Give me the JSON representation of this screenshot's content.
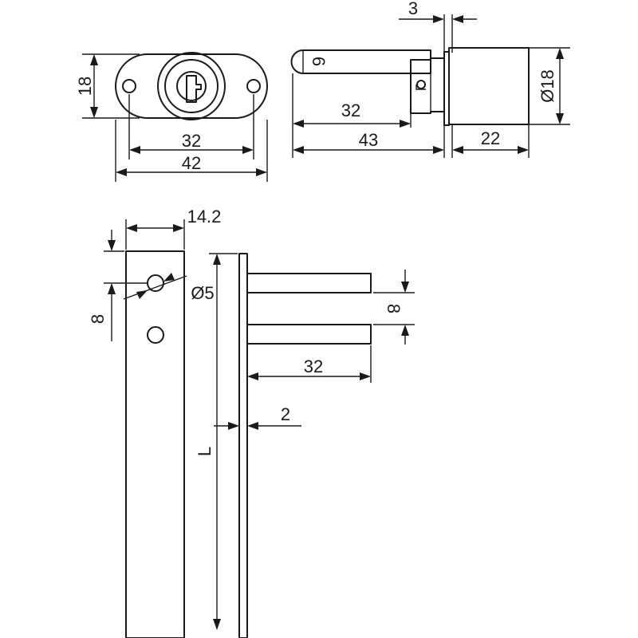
{
  "top_front_view": {
    "height_label": "18",
    "hole_spacing_label": "32",
    "overall_width_label": "42"
  },
  "top_side_view": {
    "rim_label": "3",
    "bolt_label": "6",
    "diameter_label": "Ø18",
    "bolt_length_label": "32",
    "total_length_label": "43",
    "body_length_label": "22"
  },
  "bottom_view": {
    "width_label": "14.2",
    "hole_label": "Ø5",
    "hole_offset_label": "8",
    "pin_spacing_label": "8",
    "pin_length_label": "32",
    "plate_label": "2",
    "length_label": "L"
  },
  "colors": {
    "line": "#1a1a1a",
    "background": "#ffffff"
  }
}
